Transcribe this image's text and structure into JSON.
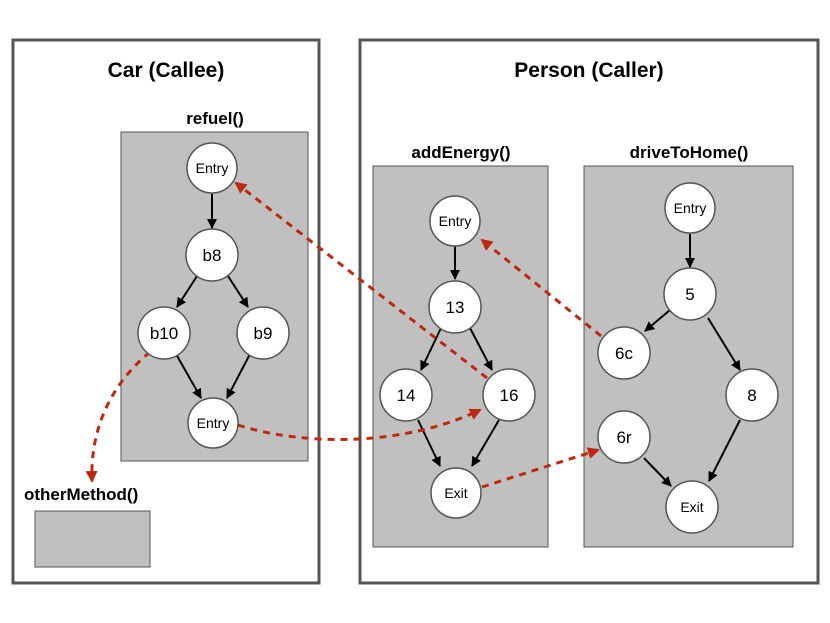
{
  "classes": {
    "car": {
      "title": "Car (Callee)"
    },
    "person": {
      "title": "Person (Caller)"
    }
  },
  "methods": {
    "refuel": {
      "title": "refuel()"
    },
    "addEnergy": {
      "title": "addEnergy()"
    },
    "driveToHome": {
      "title": "driveToHome()"
    },
    "otherMethod": {
      "title": "otherMethod()"
    }
  },
  "nodes": {
    "refuel_entry": "Entry",
    "refuel_b8": "b8",
    "refuel_b10": "b10",
    "refuel_b9": "b9",
    "refuel_exit": "Entry",
    "add_entry": "Entry",
    "add_13": "13",
    "add_14": "14",
    "add_16": "16",
    "add_exit": "Exit",
    "drive_entry": "Entry",
    "drive_5": "5",
    "drive_6c": "6c",
    "drive_8": "8",
    "drive_6r": "6r",
    "drive_exit": "Exit"
  },
  "colors": {
    "method_fill": "#c0c0c0",
    "class_border": "#555555",
    "call_edge": "#c0280e",
    "flow_edge": "#000000",
    "node_fill": "#ffffff",
    "node_border": "#555555"
  }
}
